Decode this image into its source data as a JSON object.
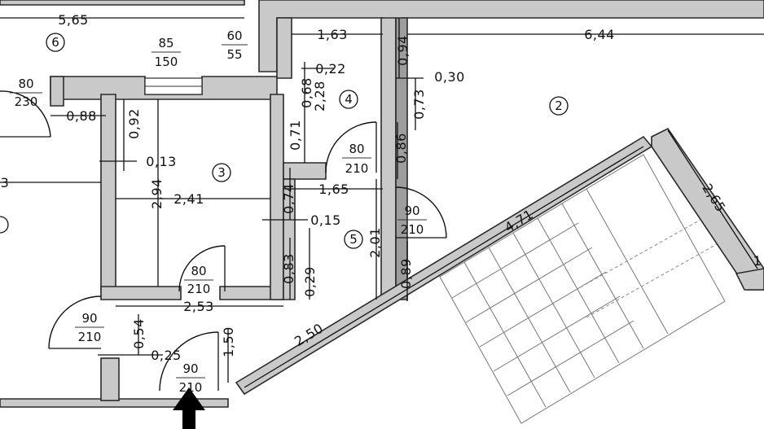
{
  "dimensions": {
    "d_5_65": "5,65",
    "d_1_63": "1,63",
    "d_0_94": "0,94",
    "d_6_44": "6,44",
    "d_0_22": "0,22",
    "d_2_28": "2,28",
    "d_0_68": "0,68",
    "d_0_30": "0,30",
    "d_0_73": "0,73",
    "d_0_88": "0,88",
    "d_0_92": "0,92",
    "d_0_71": "0,71",
    "d_0_86": "0,86",
    "d_0_13": "0,13",
    "d_2_94": "2,94",
    "d_2_41": "2,41",
    "d_1_65": "1,65",
    "d_0_74": "0,74",
    "d_0_15": "0,15",
    "d_0_83": "0,83",
    "d_0_29": "0,29",
    "d_2_01": "2,01",
    "d_0_89": "0,89",
    "d_4_71": "4,71",
    "d_2_65": "2,65",
    "d_2_53": "2,53",
    "d_0_54": "0,54",
    "d_0_25": "0,25",
    "d_1_50": "1,50",
    "d_2_50": "2,50",
    "d_left_3": "3",
    "d_right_1": "1"
  },
  "rooms": {
    "r2": "2",
    "r3": "3",
    "r4": "4",
    "r5": "5",
    "r6": "6"
  },
  "openings": {
    "o_85_150": {
      "top": "85",
      "bottom": "150"
    },
    "o_60_55": {
      "top": "60",
      "bottom": "55"
    },
    "o_80_230": {
      "top": "80",
      "bottom": "230"
    },
    "o_80_210_a": {
      "top": "80",
      "bottom": "210"
    },
    "o_90_210_a": {
      "top": "90",
      "bottom": "210"
    },
    "o_80_210_b": {
      "top": "80",
      "bottom": "210"
    },
    "o_90_210_b": {
      "top": "90",
      "bottom": "210"
    },
    "o_90_210_c": {
      "top": "90",
      "bottom": "210"
    }
  },
  "entrance_arrow_icon": "arrow-up-icon"
}
